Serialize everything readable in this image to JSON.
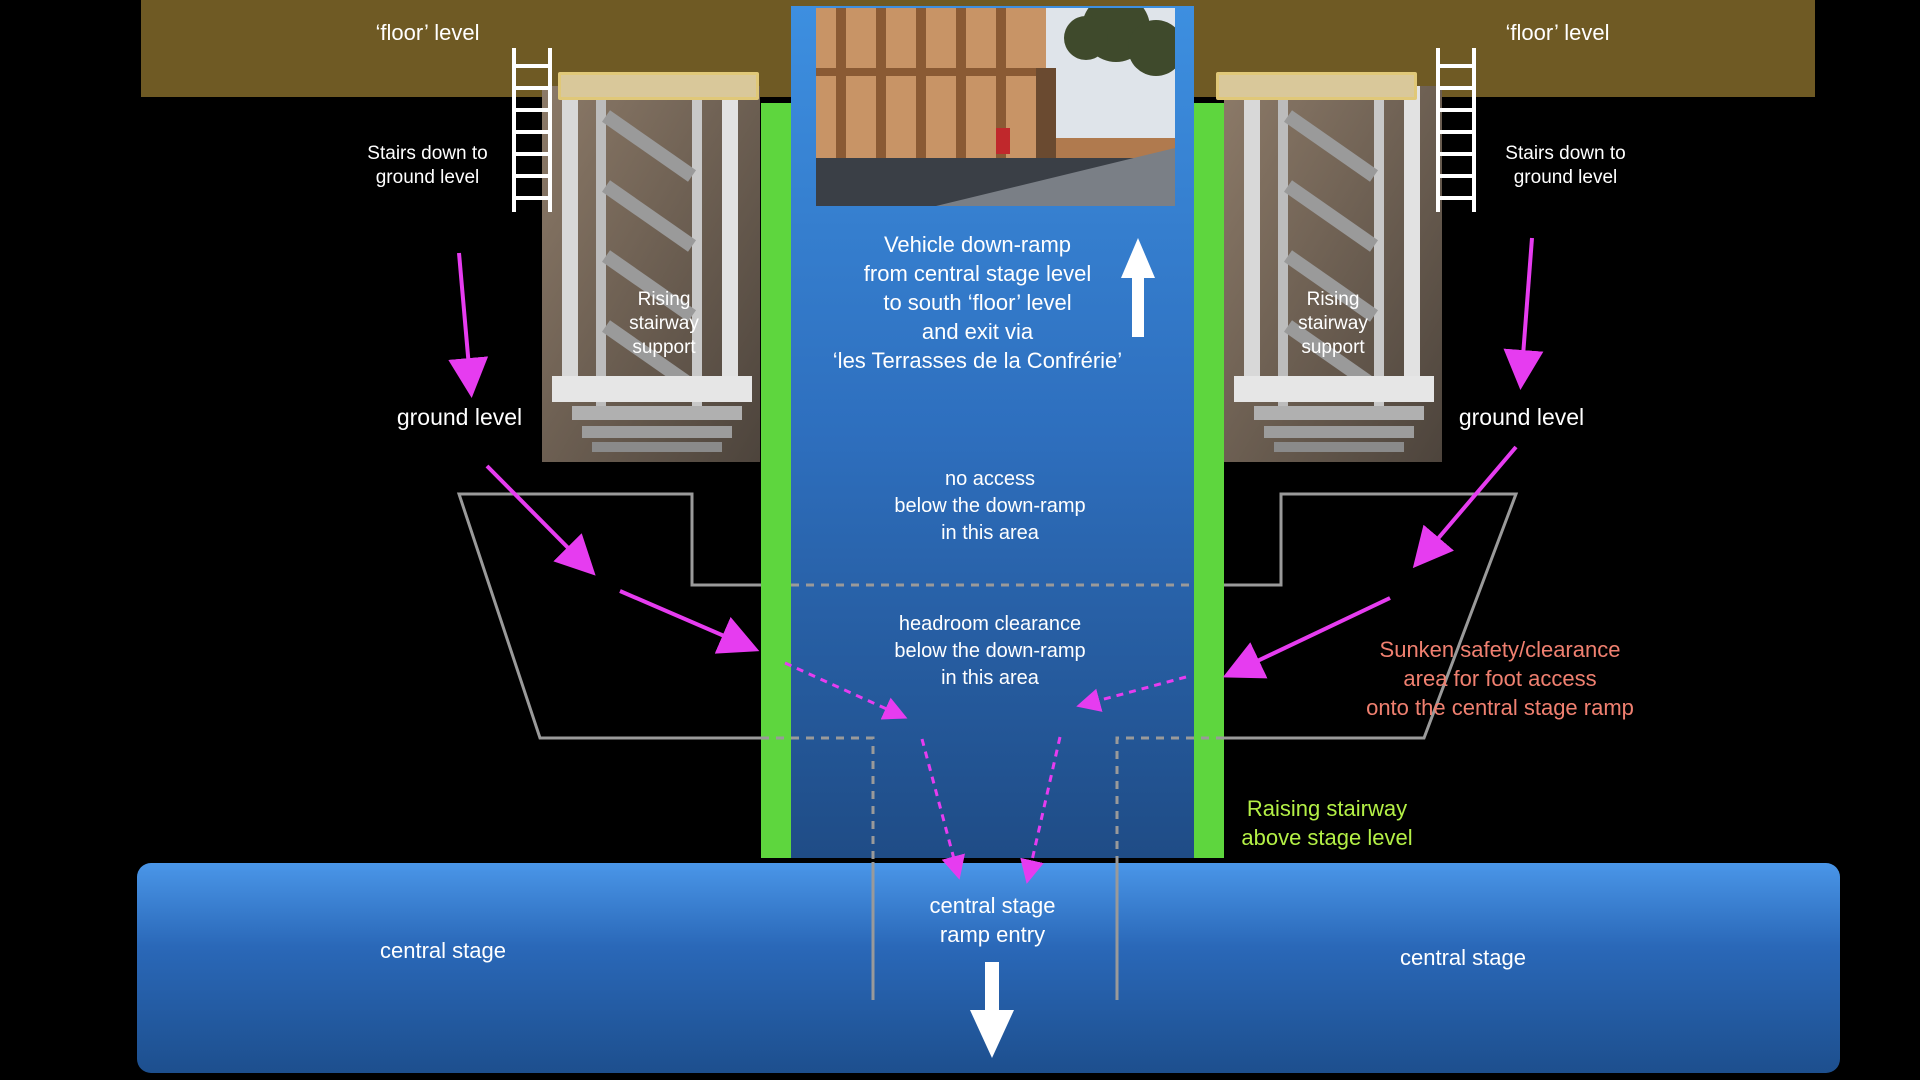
{
  "floor": {
    "left_label": "‘floor’ level",
    "right_label": "‘floor’ level"
  },
  "stairs": {
    "left_label": "Stairs down to\nground level",
    "right_label": "Stairs down to\nground level"
  },
  "support": {
    "left_label": "Rising\nstairway\nsupport",
    "right_label": "Rising\nstairway\nsupport"
  },
  "ground": {
    "left_label": "ground level",
    "right_label": "ground level"
  },
  "ramp": {
    "main_text": "Vehicle down-ramp\nfrom central stage level\nto south ‘floor’ level\nand exit via\n‘les Terrasses de la Confrérie’",
    "no_access_text": "no access\nbelow the down-ramp\nin this area",
    "headroom_text": "headroom clearance\nbelow the down-ramp\nin this area"
  },
  "sunken": {
    "label": "Sunken  safety/clearance\narea for foot access\nonto the central stage ramp"
  },
  "raising": {
    "label": "Raising stairway\nabove stage level"
  },
  "stage": {
    "left_label": "central stage",
    "right_label": "central stage",
    "entry_label": "central stage\nramp entry"
  },
  "colors": {
    "floor_band": "#6f5a24",
    "ramp_top": "#3d8fe0",
    "ramp_bottom": "#1f4c86",
    "green_rail": "#5ed63e",
    "stage_top": "#4a96e8",
    "stage_bottom": "#1d4f8e",
    "magenta": "#e63cf0",
    "salmon_text": "#f08070",
    "green_text": "#b4f046",
    "outline_gray": "#9a9a9a"
  },
  "icons": {
    "ladder": "ladder-icon",
    "up_arrow": "arrow-up-icon",
    "down_arrow": "arrow-down-icon"
  }
}
